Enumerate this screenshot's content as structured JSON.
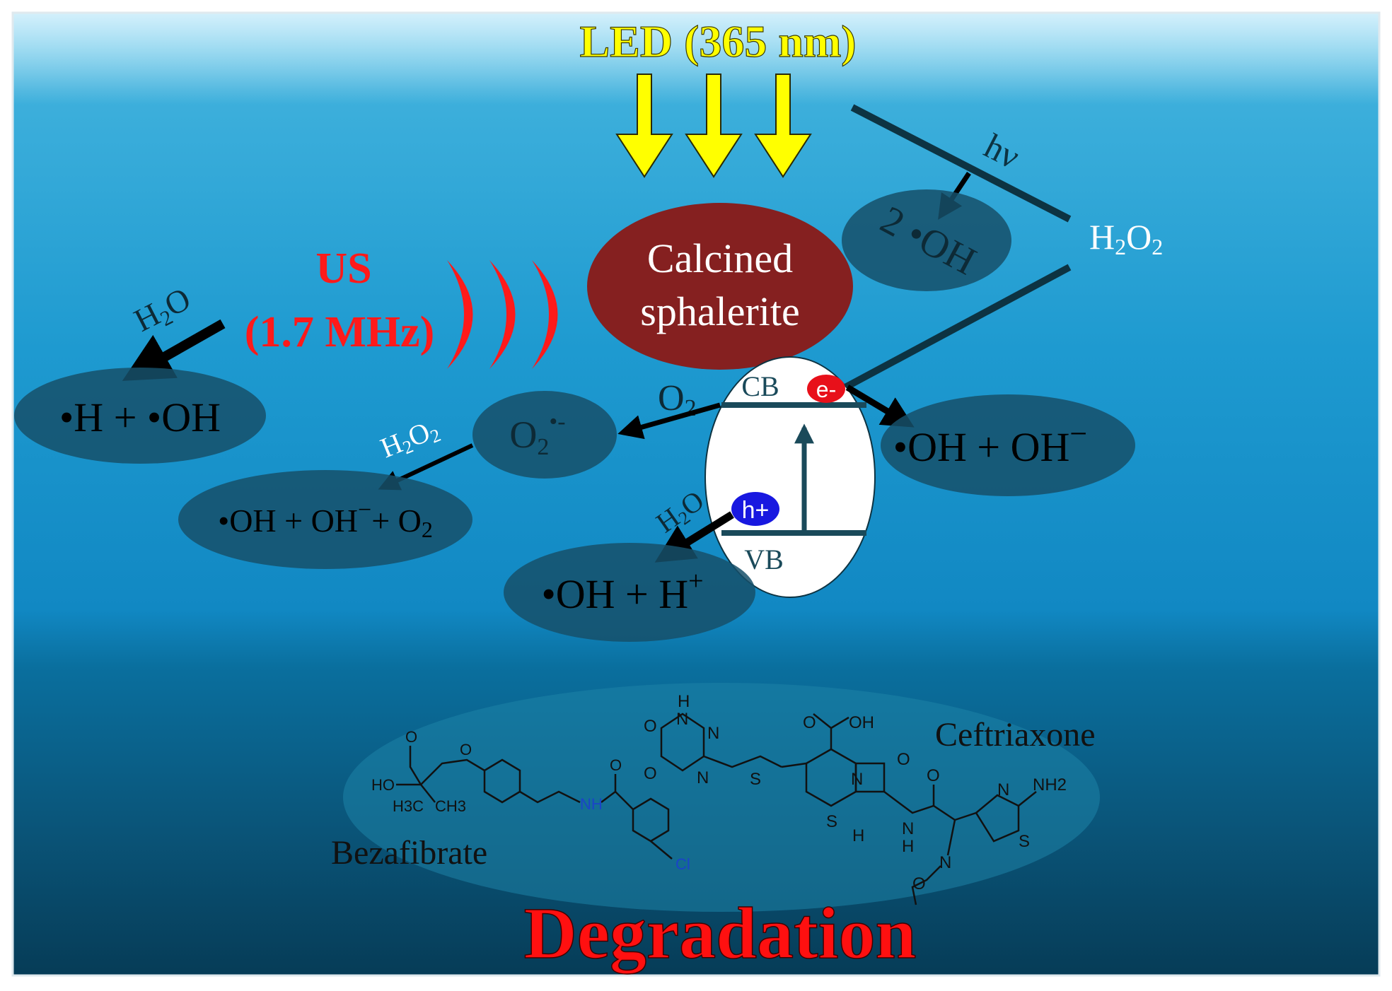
{
  "light_source": {
    "label": "LED (365 nm)"
  },
  "ultrasound": {
    "label_line1": "US",
    "label_line2": "(1.7 MHz)"
  },
  "catalyst": {
    "label_line1": "Calcined",
    "label_line2": "sphalerite"
  },
  "band": {
    "cb": "CB",
    "vb": "VB",
    "electron": "e-",
    "hole": "h+"
  },
  "photolysis": {
    "hv": "hν",
    "h2o2_base": "H",
    "h2o2_sub1": "2",
    "h2o2_mid": "O",
    "h2o2_sub2": "2",
    "product": "2 •OH"
  },
  "sonolysis": {
    "reactant_base": "H",
    "reactant_sub": "2",
    "reactant_tail": "O",
    "product": "•H + •OH"
  },
  "oxygen_path": {
    "o2_base": "O",
    "o2_sub": "2",
    "superoxide_base": "O",
    "superoxide_sub": "2",
    "superoxide_sup": "•-",
    "h2o2_base": "H",
    "h2o2_sub1": "2",
    "h2o2_mid": "O",
    "h2o2_sub2": "2",
    "product_a": "•OH + OH",
    "product_a_sup": "−",
    "product_b": "+ O",
    "product_b_sub": "2"
  },
  "electron_path": {
    "product": "•OH + OH",
    "product_sup": "−"
  },
  "hole_path": {
    "reactant_base": "H",
    "reactant_sub": "2",
    "reactant_tail": "O",
    "product": "•OH + H",
    "product_sup": "+"
  },
  "pollutants": {
    "bezafibrate": "Bezafibrate",
    "ceftriaxone": "Ceftriaxone"
  },
  "chem_labels": {
    "bz_o": "O",
    "bz_ho": "HO",
    "bz_h3c": "H3C",
    "bz_ch3": "CH3",
    "bz_o2": "O",
    "bz_nh": "NH",
    "bz_o3": "O",
    "bz_cl": "Cl",
    "cf_h": "H",
    "cf_n1": "N",
    "cf_n2": "N",
    "cf_o1": "O",
    "cf_o2": "O",
    "cf_n3": "N",
    "cf_s1": "S",
    "cf_oh": "OH",
    "cf_o3": "O",
    "cf_n4": "N",
    "cf_o4": "O",
    "cf_s2": "S",
    "cf_h2": "H",
    "cf_nh": "N",
    "cf_h3": "H",
    "cf_o5": "O",
    "cf_n5": "N",
    "cf_nh2": "NH2",
    "cf_s3": "S",
    "cf_n6": "N",
    "cf_o6": "O"
  },
  "result": {
    "label": "Degradation"
  },
  "colors": {
    "arrow_yellow": "#ffff00",
    "us_red": "#ff1a1a",
    "catalyst_brown": "#852020",
    "electron_red": "#e8101a",
    "hole_blue": "#1818e0",
    "ellipse_dark": "#16506a"
  }
}
